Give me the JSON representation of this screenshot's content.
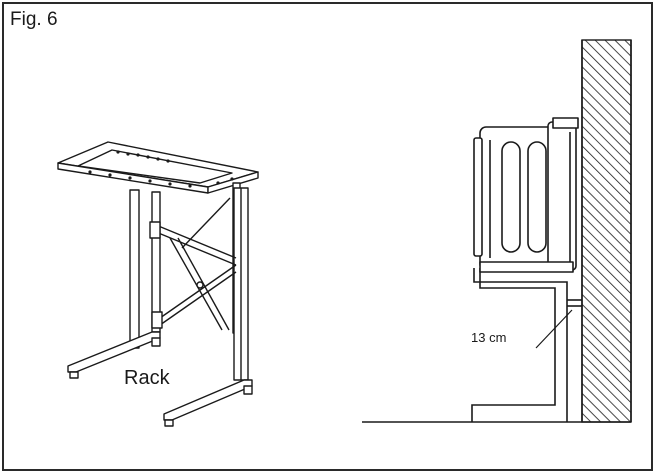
{
  "figure": {
    "label": "Fig. 6",
    "rack_label": "Rack",
    "dimension_label": "13 cm"
  },
  "colors": {
    "line": "#1a1a1a",
    "background": "#ffffff"
  }
}
